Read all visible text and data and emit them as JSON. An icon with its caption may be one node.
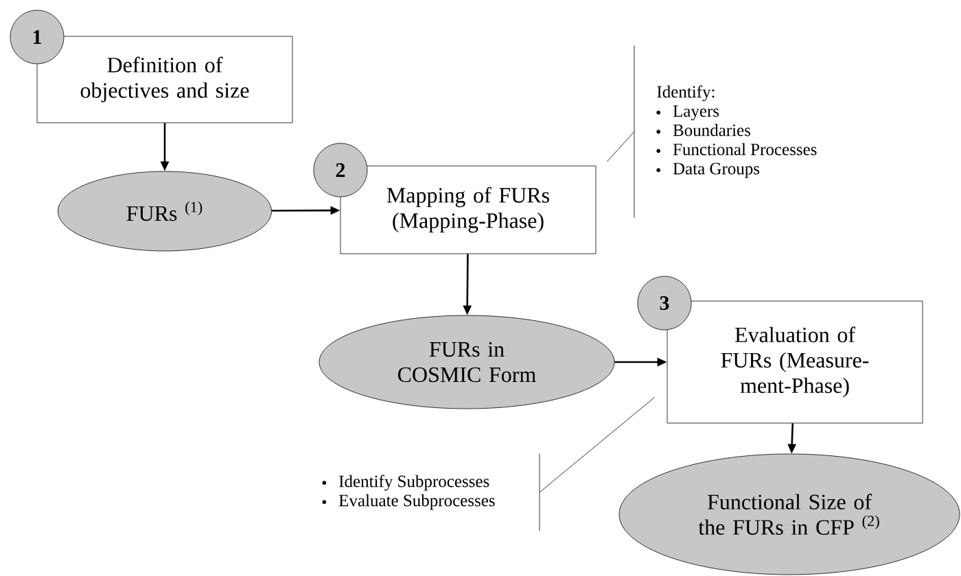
{
  "diagram": {
    "nodes": [
      {
        "text": [
          "1"
        ]
      },
      {
        "text": [
          "Definition of objectives and size"
        ]
      },
      {
        "text": [
          "FURs $^{(1)}$"
        ]
      },
      {
        "text": [
          "2"
        ]
      },
      {
        "text": [
          "Mapping of FURs (Mapping-Phase)"
        ]
      },
      {
        "text": [
          "FURs in COSMIC Form"
        ]
      },
      {
        "text": [
          "3"
        ]
      },
      {
        "text": [
          "Evaluation of FURs (Measure- ment-Phase)"
        ]
      },
      {
        "text": [
          "Functional Size of the FURs in CFP $^{(2)}$"
        ]
      },
      {
        "text": [
          "Identify:",
          "Layers",
          "Boundaries",
          "Functional Processes",
          "Data Groups"
        ]
      },
      {
        "text": [
          "Identify Subprocesses",
          "Evaluate Subprocesses"
        ]
      }
    ],
    "edges": [
      {
        "from": 1,
        "to": 2,
        "arrow": "to"
      },
      {
        "from": 2,
        "to": 4,
        "arrow": "to"
      },
      {
        "from": 4,
        "to": 5,
        "arrow": "to"
      },
      {
        "from": 5,
        "to": 7,
        "arrow": "to"
      },
      {
        "from": 7,
        "to": 8,
        "arrow": "to"
      },
      {
        "from": 9,
        "to": 4,
        "arrow": "none"
      },
      {
        "from": 10,
        "to": 7,
        "arrow": "none"
      }
    ]
  }
}
